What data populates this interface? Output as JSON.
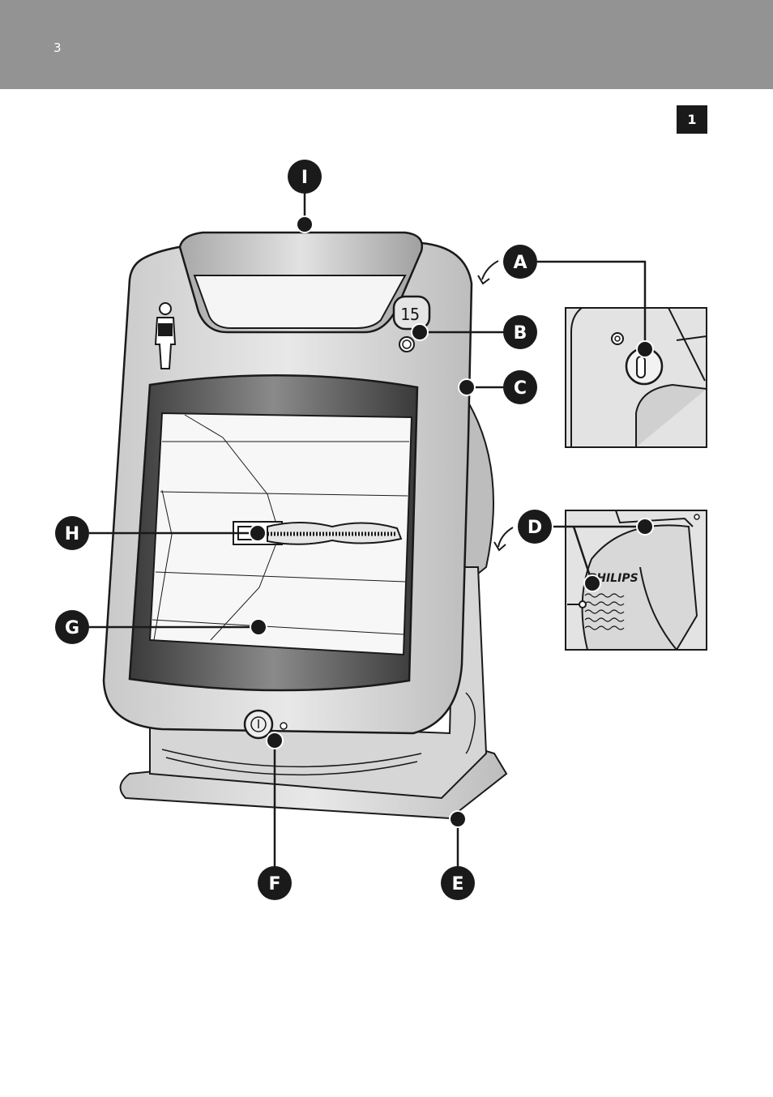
{
  "header": {
    "page_number": "3"
  },
  "figure": {
    "number": "1"
  },
  "callouts": {
    "a": "A",
    "b": "B",
    "c": "C",
    "d": "D",
    "e": "E",
    "f": "F",
    "g": "G",
    "h": "H",
    "i": "I"
  },
  "device": {
    "brand": "PHILIPS",
    "timer_display": "15"
  },
  "colors": {
    "header_bg": "#939393",
    "badge_bg": "#1a1a1a",
    "ink": "#1a1a1a"
  }
}
